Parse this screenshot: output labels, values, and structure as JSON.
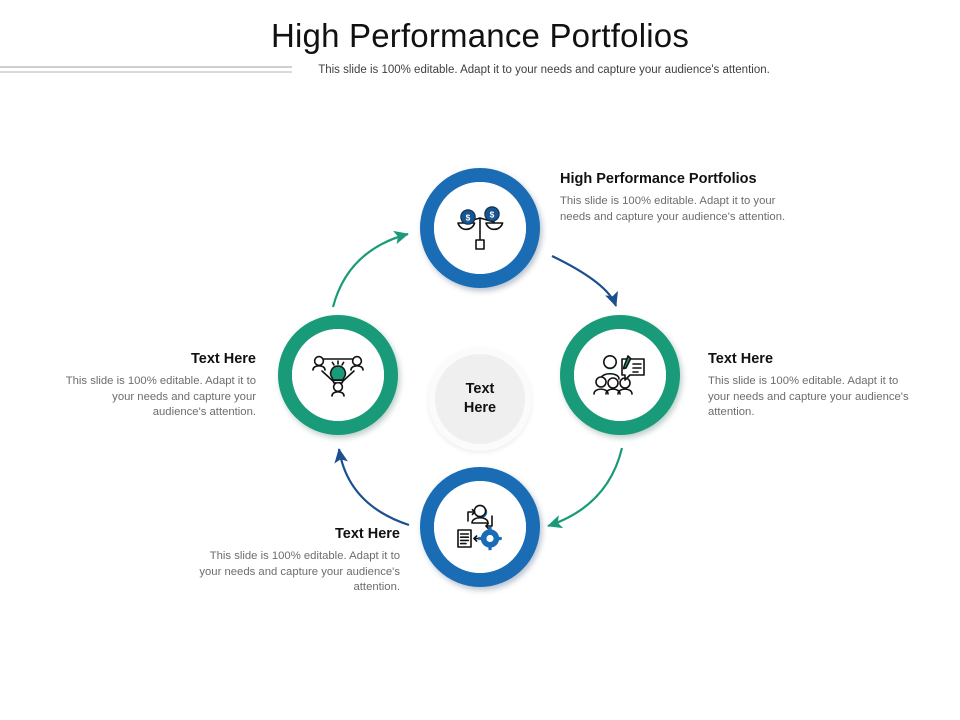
{
  "header": {
    "title": "High Performance Portfolios",
    "subtitle": "This slide is 100% editable. Adapt it to your needs and capture your audience's attention."
  },
  "hub": {
    "line1": "Text",
    "line2": "Here"
  },
  "colors": {
    "blue": "#1a6cb5",
    "blue_dark": "#1b4f8f",
    "teal": "#199a78",
    "hub_fill": "#efefef",
    "body_text": "#6d6d6d",
    "heading_text": "#111111"
  },
  "nodes": [
    {
      "id": "top",
      "ring_color": "#1a6cb5",
      "icon": "balance-scale-coins-icon",
      "heading": "High Performance Portfolios",
      "body": "This slide is 100% editable. Adapt it to your needs and capture your audience's attention.",
      "text_align": "left"
    },
    {
      "id": "right",
      "ring_color": "#199a78",
      "icon": "team-presentation-document-icon",
      "heading": "Text Here",
      "body": "This slide is 100% editable. Adapt it to your needs and capture your audience's attention.",
      "text_align": "left"
    },
    {
      "id": "bottom",
      "ring_color": "#1a6cb5",
      "icon": "person-process-gear-document-icon",
      "heading": "Text Here",
      "body": "This slide is 100% editable. Adapt it to your needs and capture your audience's attention.",
      "text_align": "right"
    },
    {
      "id": "left",
      "ring_color": "#199a78",
      "icon": "team-idea-lightbulb-icon",
      "heading": "Text Here",
      "body": "This slide is 100% editable. Adapt it to your needs and capture your audience's attention.",
      "text_align": "right"
    }
  ],
  "arrows": [
    {
      "from": "top",
      "to": "right",
      "color": "#1b4f8f"
    },
    {
      "from": "right",
      "to": "bottom",
      "color": "#199a78"
    },
    {
      "from": "bottom",
      "to": "left",
      "color": "#1b4f8f"
    },
    {
      "from": "left",
      "to": "top",
      "color": "#199a78"
    }
  ]
}
